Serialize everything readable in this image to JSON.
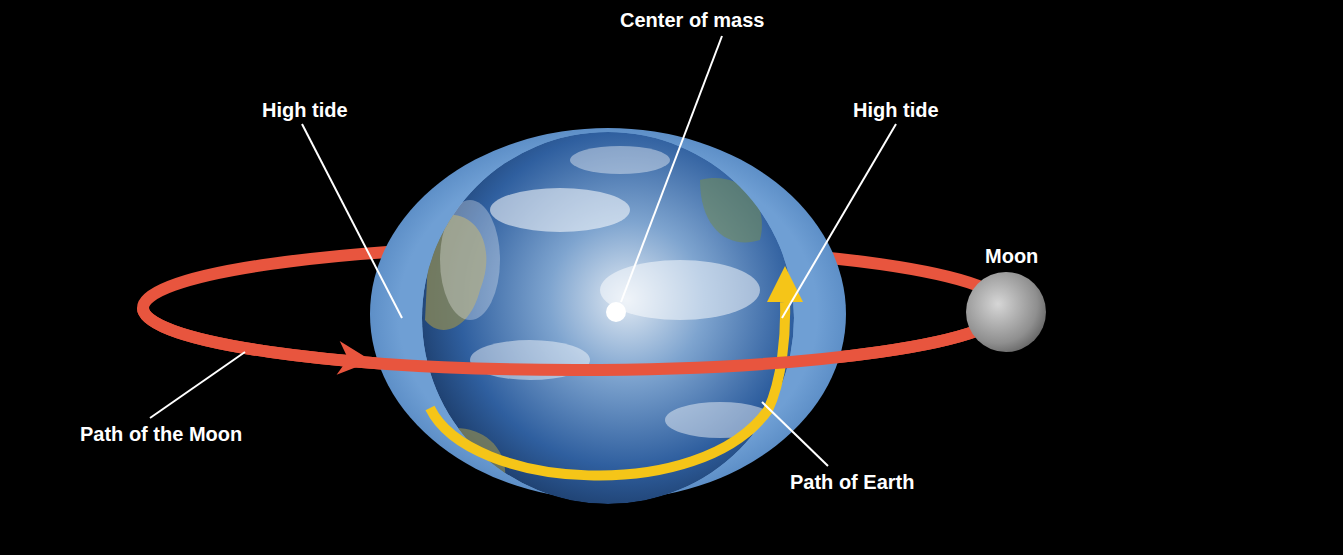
{
  "diagram": {
    "labels": [
      "Center of mass",
      "High tide",
      "High tide",
      "Moon",
      "Path of the Moon",
      "Path of Earth"
    ]
  }
}
